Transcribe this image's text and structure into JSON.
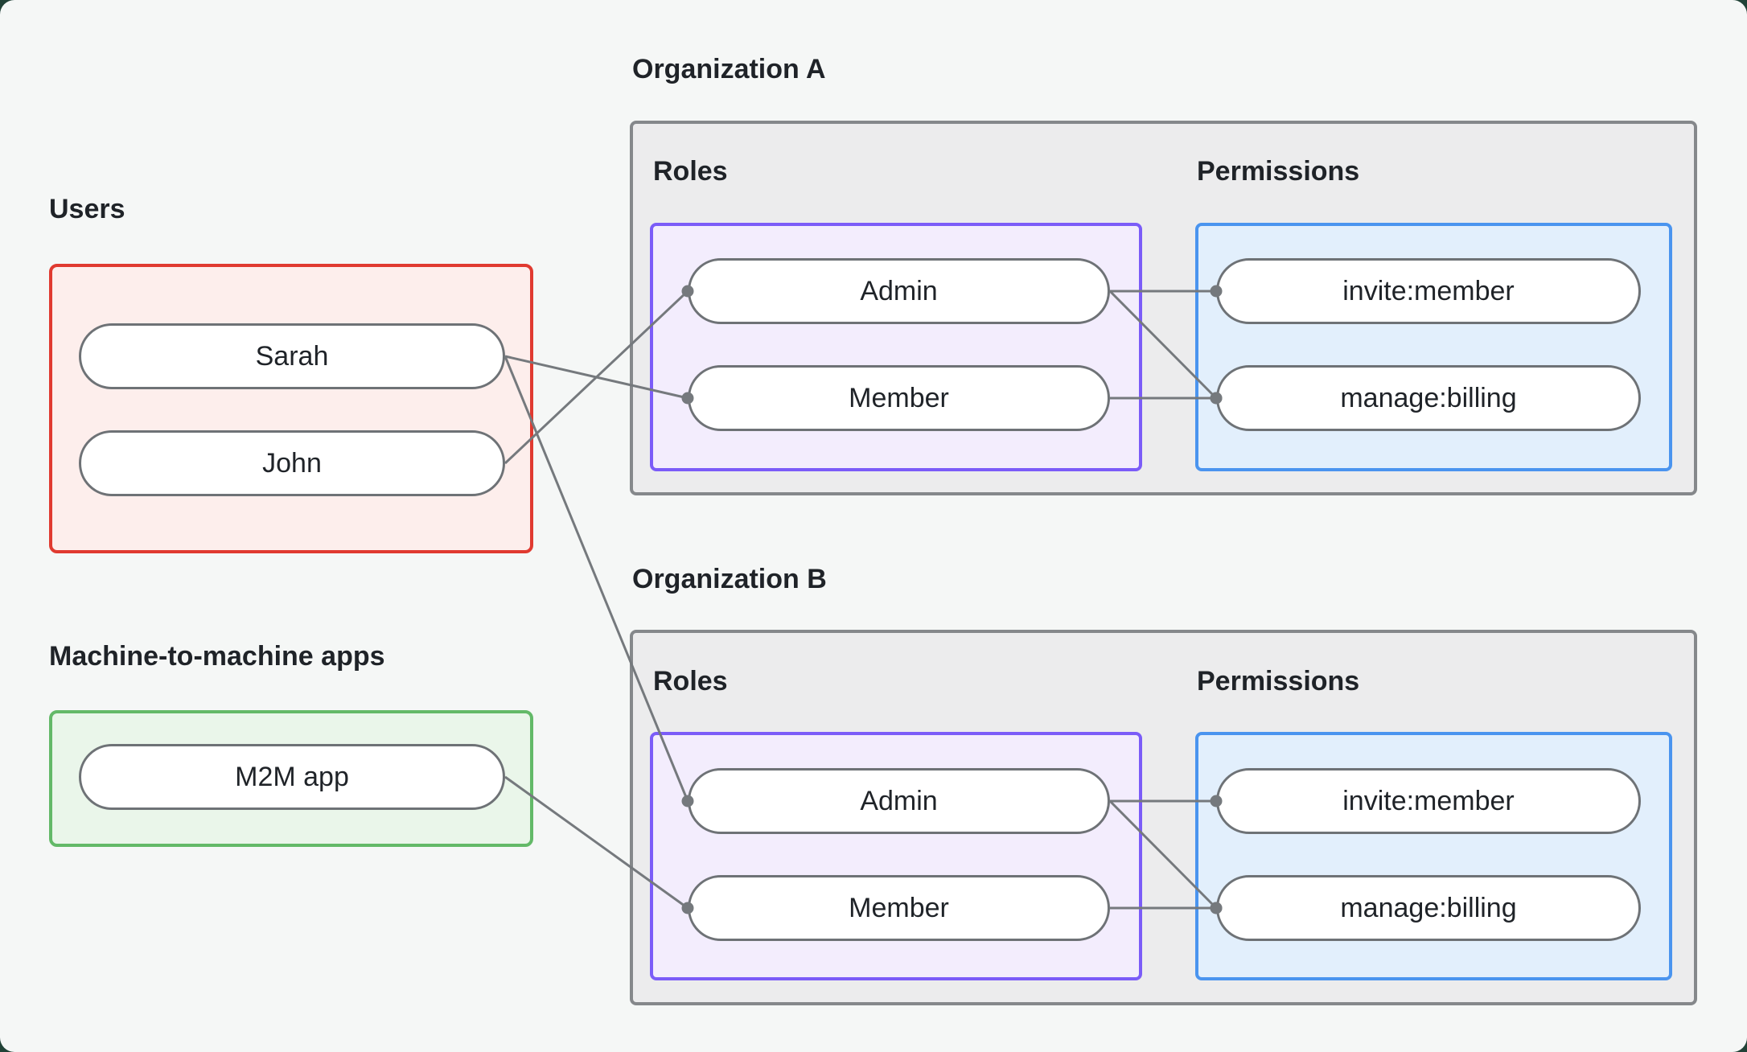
{
  "groups": {
    "users": {
      "label": "Users",
      "nodes": [
        {
          "id": "sarah",
          "label": "Sarah"
        },
        {
          "id": "john",
          "label": "John"
        }
      ]
    },
    "m2m": {
      "label": "Machine-to-machine apps",
      "nodes": [
        {
          "id": "m2m-app",
          "label": "M2M app"
        }
      ]
    },
    "org_a": {
      "label": "Organization A",
      "roles_label": "Roles",
      "permissions_label": "Permissions",
      "roles": [
        {
          "id": "org-a-admin",
          "label": "Admin"
        },
        {
          "id": "org-a-member",
          "label": "Member"
        }
      ],
      "permissions": [
        {
          "id": "org-a-invite",
          "label": "invite:member"
        },
        {
          "id": "org-a-manage",
          "label": "manage:billing"
        }
      ]
    },
    "org_b": {
      "label": "Organization B",
      "roles_label": "Roles",
      "permissions_label": "Permissions",
      "roles": [
        {
          "id": "org-b-admin",
          "label": "Admin"
        },
        {
          "id": "org-b-member",
          "label": "Member"
        }
      ],
      "permissions": [
        {
          "id": "org-b-invite",
          "label": "invite:member"
        },
        {
          "id": "org-b-manage",
          "label": "manage:billing"
        }
      ]
    }
  },
  "connections": [
    {
      "from": "sarah",
      "to": "org-a-member"
    },
    {
      "from": "john",
      "to": "org-a-admin"
    },
    {
      "from": "sarah",
      "to": "org-b-admin"
    },
    {
      "from": "m2m-app",
      "to": "org-b-member"
    },
    {
      "from": "org-a-admin",
      "to": "org-a-invite"
    },
    {
      "from": "org-a-admin",
      "to": "org-a-manage"
    },
    {
      "from": "org-a-member",
      "to": "org-a-manage"
    },
    {
      "from": "org-b-admin",
      "to": "org-b-invite"
    },
    {
      "from": "org-b-admin",
      "to": "org-b-manage"
    },
    {
      "from": "org-b-member",
      "to": "org-b-manage"
    }
  ],
  "colors": {
    "page_bg": "#214237",
    "canvas_bg": "#f5f7f6",
    "text": "#1f2328",
    "users_border": "#e03a30",
    "users_fill": "#fdeeec",
    "m2m_border": "#63b968",
    "m2m_fill": "#eaf6ea",
    "org_border": "#85888b",
    "org_fill": "#ececed",
    "roles_border": "#7b5cf8",
    "roles_fill": "#f3edfd",
    "permissions_border": "#4a94ef",
    "permissions_fill": "#e2effc",
    "pill_border": "#6e7276",
    "pill_fill": "#ffffff",
    "connector": "#75797d"
  }
}
